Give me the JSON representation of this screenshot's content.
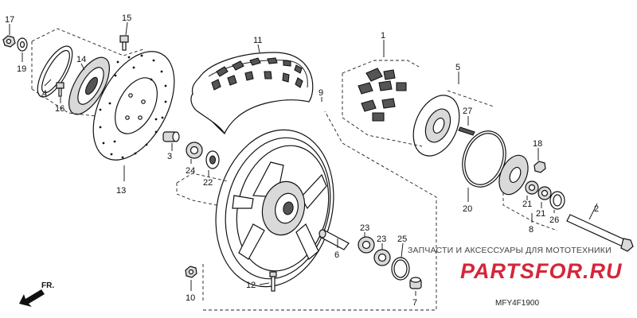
{
  "diagram": {
    "callouts": {
      "c1": "1",
      "c2": "2",
      "c3": "3",
      "c4": "4",
      "c5": "5",
      "c6": "6",
      "c7": "7",
      "c8": "8",
      "c9": "9",
      "c10": "10",
      "c11": "11",
      "c12": "12",
      "c13": "13",
      "c14": "14",
      "c15": "15",
      "c16": "16",
      "c17": "17",
      "c18": "18",
      "c19": "19",
      "c20": "20",
      "c21a": "21",
      "c21b": "21",
      "c22": "22",
      "c23a": "23",
      "c23b": "23",
      "c24": "24",
      "c25": "25",
      "c26": "26",
      "c27": "27"
    },
    "direction_label": "FR.",
    "part_code": "MFY4F1900"
  },
  "watermark": {
    "tagline": "ЗАПЧАСТИ И АКСЕССУАРЫ ДЛЯ МОТОТЕХНИКИ",
    "brand": "PARTSFOR.RU",
    "brand_color": "#d5263a"
  }
}
